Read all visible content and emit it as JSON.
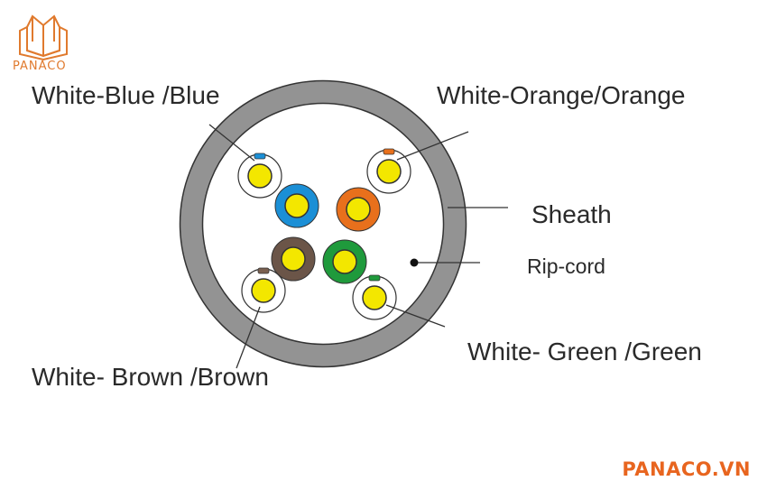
{
  "brand": {
    "logo_text": "PANACO",
    "site_text": "PANACO.VN",
    "color": "#e8651f"
  },
  "labels": {
    "white_blue": "White-Blue /Blue",
    "white_orange": "White-Orange/Orange",
    "sheath": "Sheath",
    "rip_cord": "Rip-cord",
    "white_green": "White- Green /Green",
    "white_brown": "White- Brown /Brown"
  },
  "colors": {
    "sheath": "#939393",
    "blue": "#1b8fd6",
    "orange": "#e8701c",
    "brown": "#6b5548",
    "green": "#1f9a3c",
    "conductor": "#f3e700",
    "stripe_blue": "#1b8fd6",
    "stripe_orange": "#e8701c",
    "stripe_brown": "#7a6050",
    "stripe_green": "#1f9a3c"
  }
}
